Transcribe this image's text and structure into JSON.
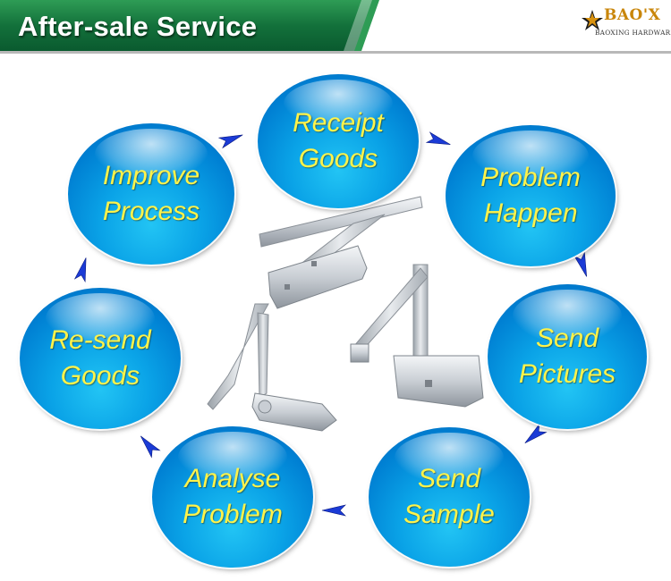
{
  "header": {
    "title": "After-sale Service",
    "colors": {
      "banner_dark": "#0a5a2f",
      "banner_light": "#2a9a52"
    }
  },
  "logo": {
    "brand": "BAO'X",
    "subtitle": "BAOXING HARDWARE"
  },
  "cycle": {
    "node_color": "#0a9de6",
    "text_color": "#fff34a",
    "arrow_color": "#1b3bd6",
    "steps": [
      {
        "lines": [
          "Receipt",
          "Goods"
        ]
      },
      {
        "lines": [
          "Problem",
          "Happen"
        ]
      },
      {
        "lines": [
          "Send",
          "Pictures"
        ]
      },
      {
        "lines": [
          "Send",
          "Sample"
        ]
      },
      {
        "lines": [
          "Analyse",
          "Problem"
        ]
      },
      {
        "lines": [
          "Re-send",
          "Goods"
        ]
      },
      {
        "lines": [
          "Improve",
          "Process"
        ]
      }
    ]
  },
  "illustration": {
    "subject": "door-closer-products"
  }
}
